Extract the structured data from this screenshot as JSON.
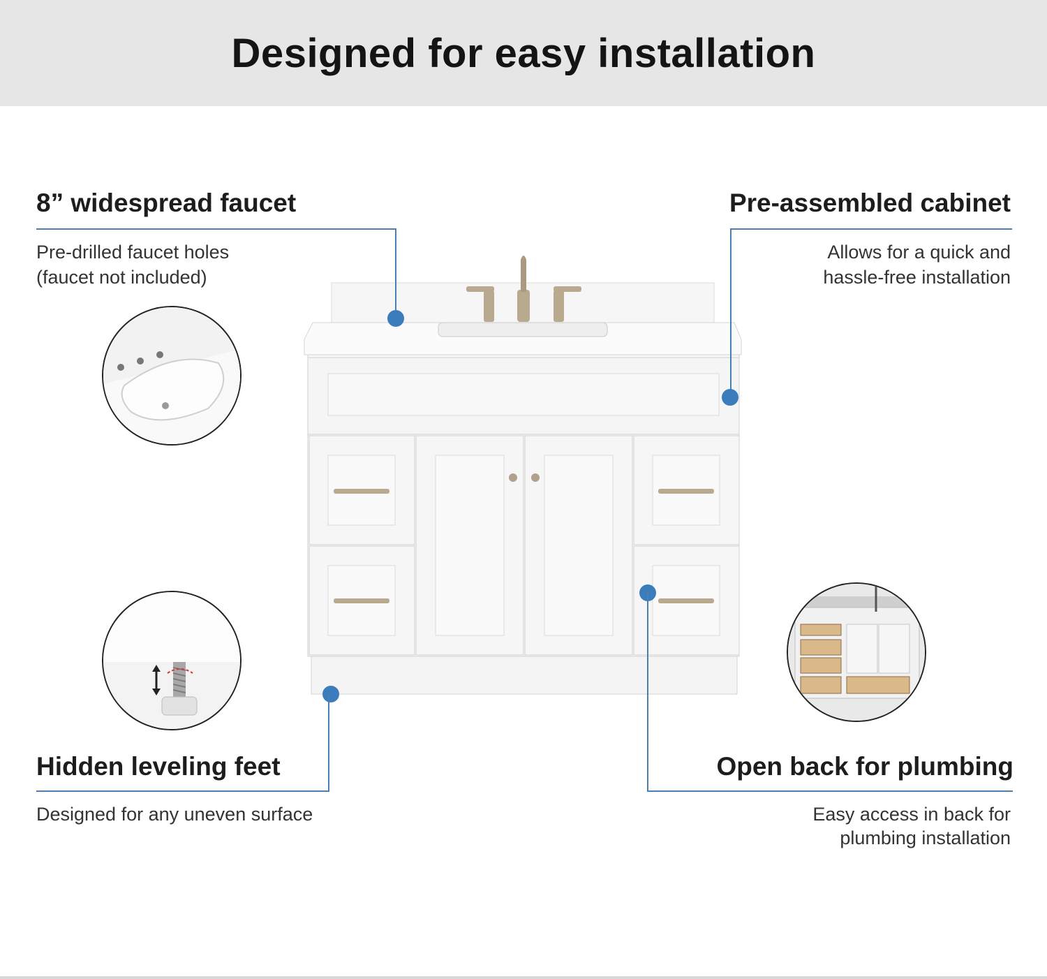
{
  "header": {
    "title": "Designed for easy installation"
  },
  "features": {
    "faucet": {
      "title": "8” widespread faucet",
      "desc_line1": "Pre-drilled faucet holes",
      "desc_line2": "(faucet not included)"
    },
    "cabinet": {
      "title": "Pre-assembled cabinet",
      "desc_line1": "Allows for  a quick and",
      "desc_line2": "hassle-free installation"
    },
    "leveling": {
      "title": "Hidden leveling feet",
      "desc_line1": "Designed for any uneven surface"
    },
    "plumbing": {
      "title": "Open back for plumbing",
      "desc_line1": "Easy access in back for",
      "desc_line2": "plumbing installation"
    }
  },
  "colors": {
    "banner_bg": "#e6e6e6",
    "accent_line": "#4a7fb0",
    "callout_dot": "#3a7cbc",
    "vanity_body": "#f7f7f7",
    "hardware": "#b9a98f"
  },
  "images": {
    "sink_closeup": "sink-closeup-icon",
    "leveling_foot_closeup": "leveling-foot-icon",
    "open_back_view": "open-back-cabinet-icon",
    "main_product": "vanity-cabinet-image"
  }
}
